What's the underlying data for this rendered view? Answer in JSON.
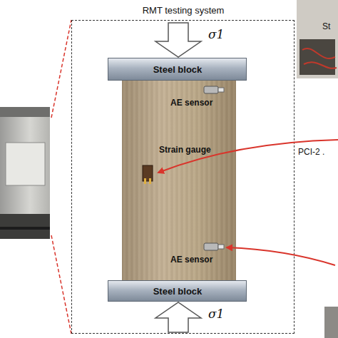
{
  "diagram": {
    "nodes": [
      {
        "text": [
          "RMT testing system"
        ]
      },
      {
        "text": [
          "Steel block"
        ],
        "in": 0
      },
      {
        "text": [
          "AE sensor",
          "Strain gauge",
          "AE sensor"
        ],
        "in": 0
      },
      {
        "text": [
          "Steel block"
        ],
        "in": 0
      }
    ],
    "labels": [
      "σ1",
      "σ1",
      "St",
      "PCI-2 ."
    ]
  }
}
